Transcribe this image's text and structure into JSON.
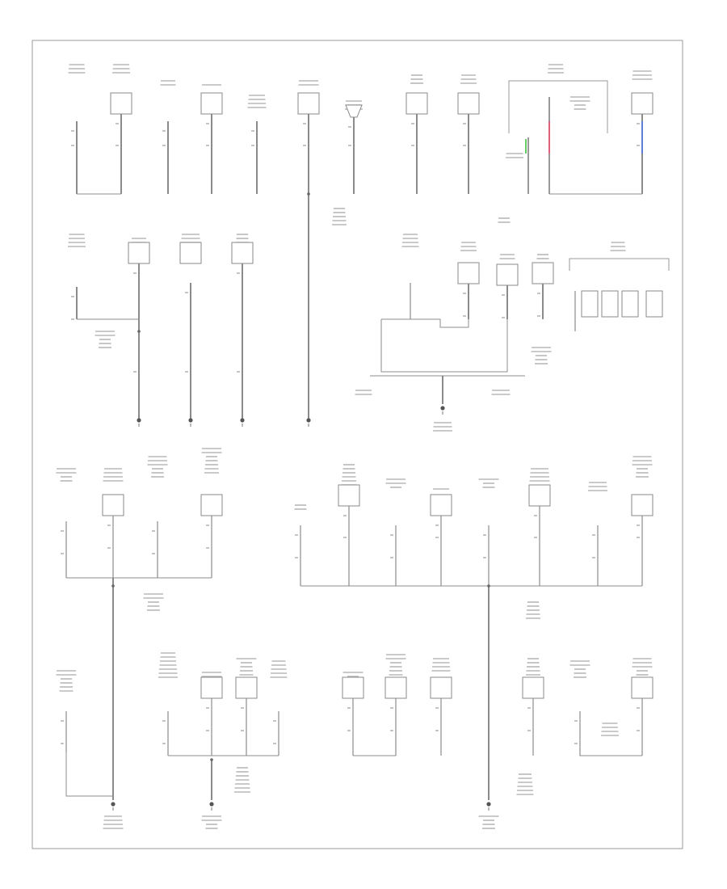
{
  "figure": {
    "footer": "",
    "note": ""
  },
  "colors": {
    "frame": "#9a9a9a",
    "wire": "#8c8c8c",
    "ground_wire": "#6e6e6e",
    "accent_green": "#66cc66",
    "accent_red": "#e0607a",
    "accent_blue": "#5d7fd8"
  },
  "grounds": [
    "G1",
    "G2",
    "G3",
    "G4",
    "G5",
    "G6",
    "G7",
    "G8"
  ],
  "legend_text": ""
}
